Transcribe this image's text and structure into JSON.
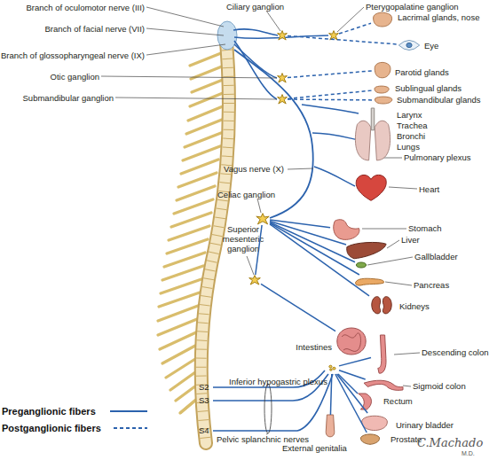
{
  "diagram": {
    "nodes": [
      {
        "text": [
          "Ciliary ganglion"
        ]
      },
      {
        "text": [
          "Pterygopalatine ganglion"
        ]
      },
      {
        "text": [
          "Lacrimal glands, nose"
        ]
      },
      {
        "text": [
          "Eye"
        ]
      },
      {
        "text": [
          "Otic ganglion"
        ]
      },
      {
        "text": [
          "Parotid glands"
        ]
      },
      {
        "text": [
          "Submandibular ganglion"
        ]
      },
      {
        "text": [
          "Sublingual glands"
        ]
      },
      {
        "text": [
          "Submandibular glands"
        ]
      },
      {
        "text": [
          "Larynx",
          "Trachea",
          "Bronchi",
          "Lungs"
        ]
      },
      {
        "text": [
          "Heart"
        ]
      },
      {
        "text": [
          "Celiac ganglion"
        ]
      },
      {
        "text": [
          "Stomach"
        ]
      },
      {
        "text": [
          "Liver"
        ]
      },
      {
        "text": [
          "Superior mesenteric ganglion"
        ]
      },
      {
        "text": [
          "Gallbladder"
        ]
      },
      {
        "text": [
          "Pancreas"
        ]
      },
      {
        "text": [
          "Kidneys"
        ]
      },
      {
        "text": [
          "Intestines"
        ]
      },
      {
        "text": [
          "Descending colon"
        ]
      },
      {
        "text": [
          "Inferior hypogastric plexus"
        ]
      },
      {
        "text": [
          "Sigmoid colon"
        ]
      },
      {
        "text": [
          "Rectum"
        ]
      },
      {
        "text": [
          "Urinary bladder"
        ]
      },
      {
        "text": [
          "Prostate"
        ]
      },
      {
        "text": [
          "External genitalia"
        ]
      }
    ],
    "edges": [
      {
        "from": 0,
        "to": 3,
        "arrow": "none"
      },
      {
        "from": 1,
        "to": 2,
        "arrow": "none"
      },
      {
        "from": 4,
        "to": 5,
        "arrow": "none"
      },
      {
        "from": 6,
        "to": 7,
        "arrow": "none"
      },
      {
        "from": 6,
        "to": 8,
        "arrow": "none"
      },
      {
        "from": 11,
        "to": 12,
        "arrow": "none"
      },
      {
        "from": 11,
        "to": 13,
        "arrow": "none"
      },
      {
        "from": 11,
        "to": 15,
        "arrow": "none"
      },
      {
        "from": 11,
        "to": 16,
        "arrow": "none"
      },
      {
        "from": 11,
        "to": 17,
        "arrow": "none"
      },
      {
        "from": 11,
        "to": 14,
        "arrow": "none"
      },
      {
        "from": 14,
        "to": 18,
        "arrow": "none"
      },
      {
        "from": 20,
        "to": 19,
        "arrow": "none"
      },
      {
        "from": 20,
        "to": 21,
        "arrow": "none"
      },
      {
        "from": 20,
        "to": 22,
        "arrow": "none"
      },
      {
        "from": 20,
        "to": 23,
        "arrow": "none"
      },
      {
        "from": 20,
        "to": 24,
        "arrow": "none"
      },
      {
        "from": 20,
        "to": 25,
        "arrow": "none"
      }
    ],
    "labels": [
      "Branch of oculomotor nerve (III)",
      "Branch of facial nerve (VII)",
      "Branch of glossopharyngeal nerve (IX)",
      "Vagus nerve (X)",
      "Pulmonary plexus",
      "S2",
      "S3",
      "Pelvic splanchnic nerves",
      "S4",
      "C.Machado",
      "M.D."
    ],
    "legend": [
      {
        "text": "Preganglionic fibers"
      },
      {
        "text": "Postganglionic fibers"
      }
    ]
  }
}
